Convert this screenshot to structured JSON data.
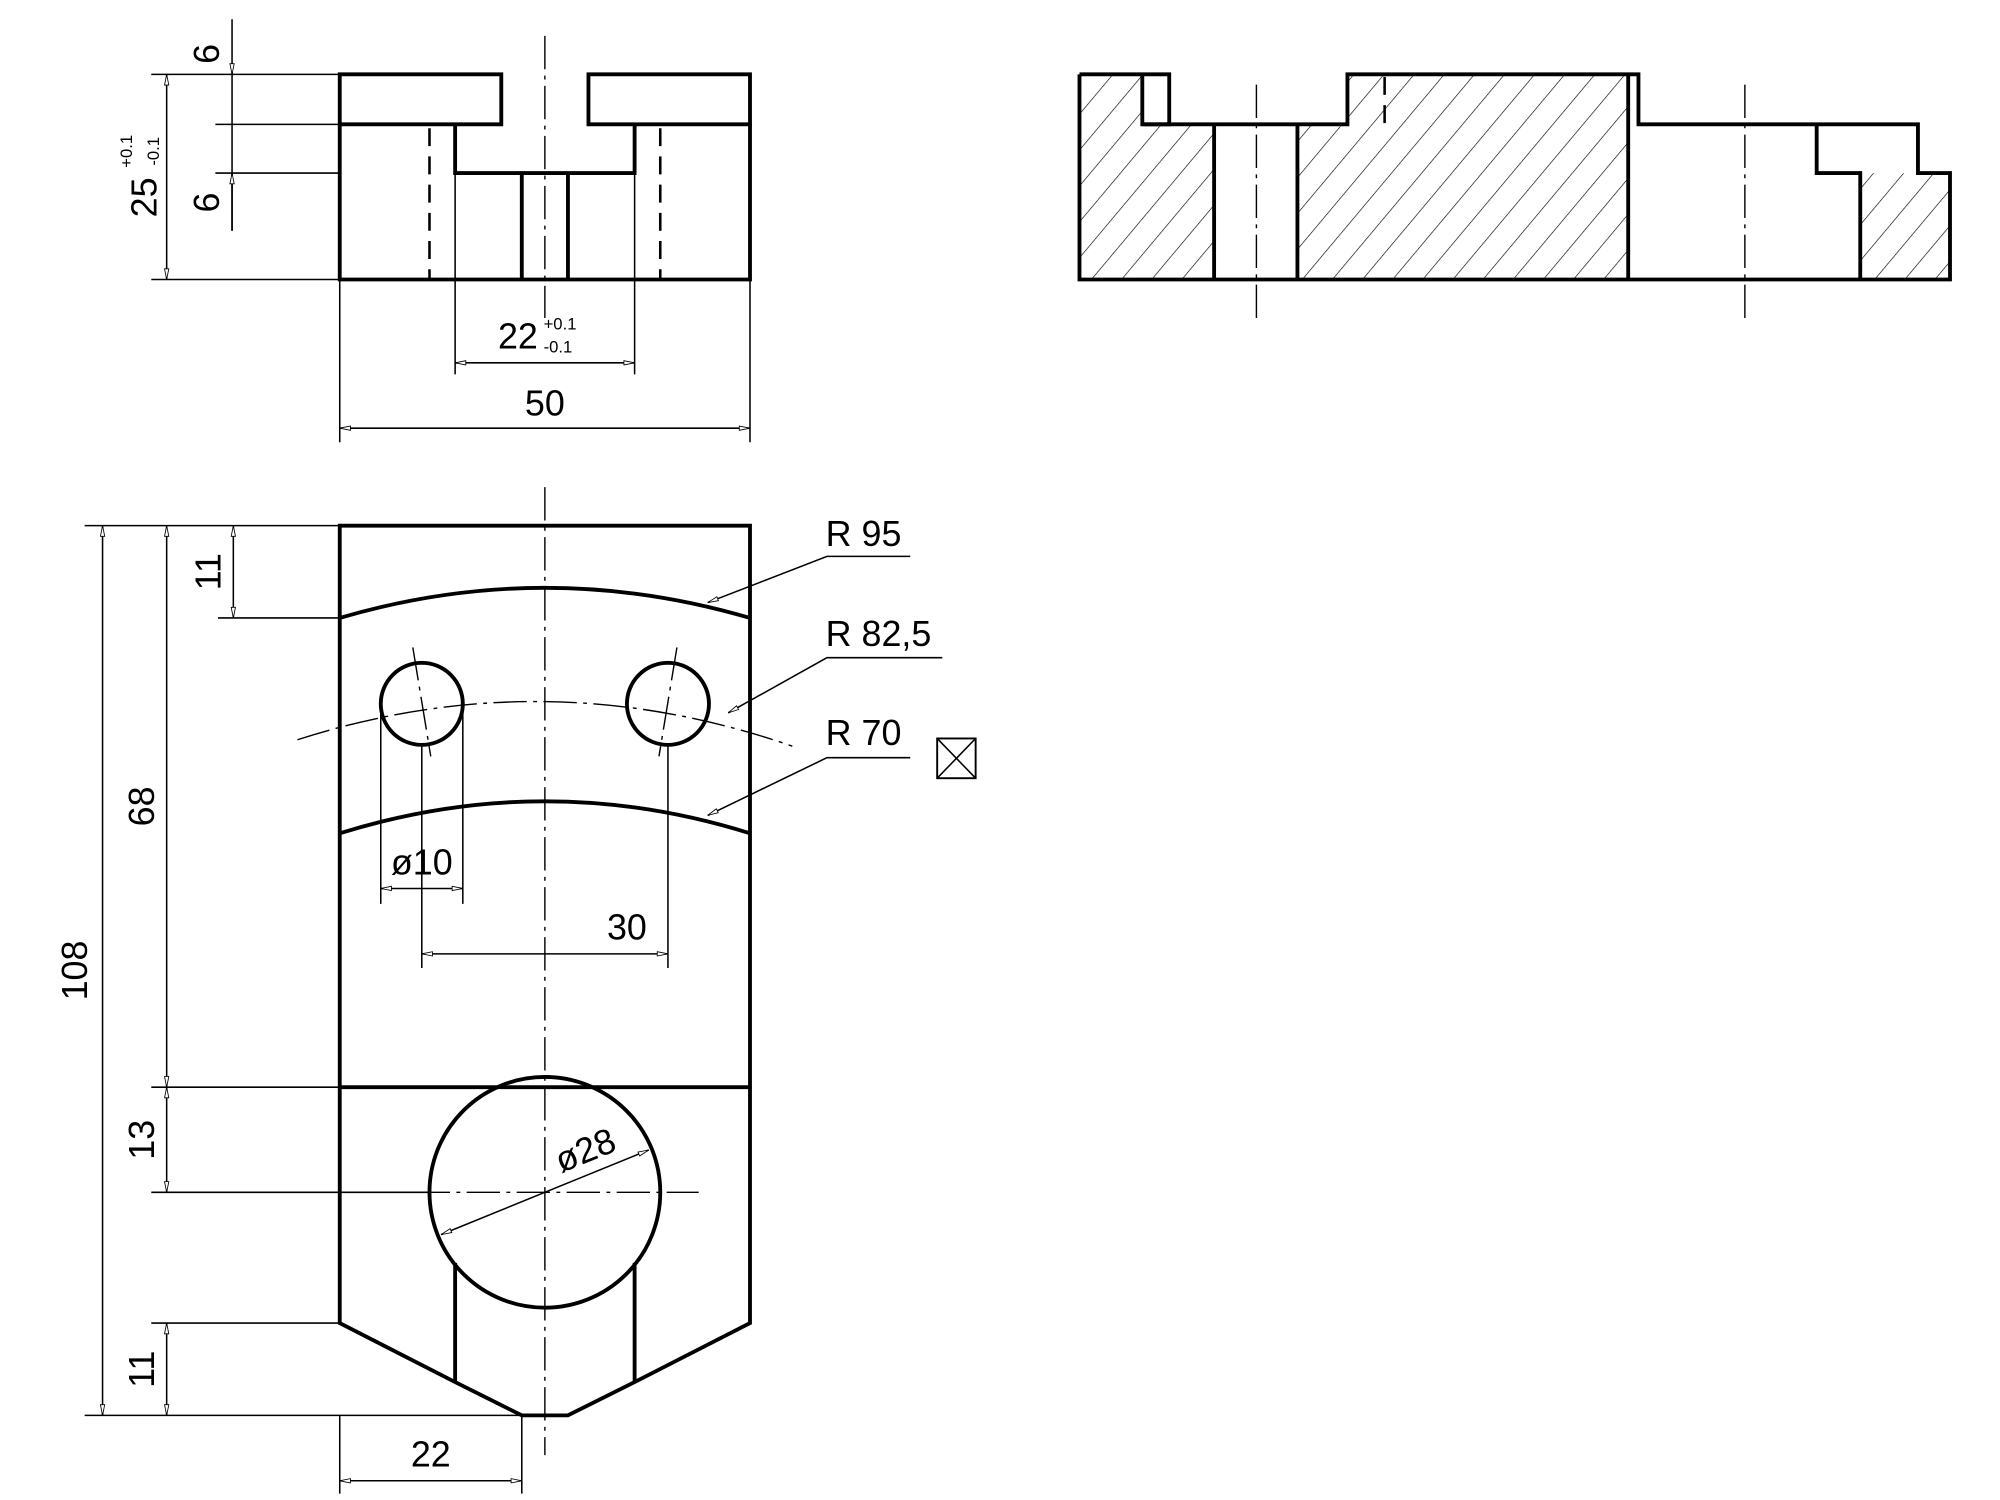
{
  "drawing": {
    "colors": {
      "line": "#000000",
      "background": "#ffffff"
    },
    "front_view": {
      "dims": {
        "overall_height": "25",
        "overall_height_tol_upper": "+0.1",
        "overall_height_tol_lower": "-0.1",
        "top_step": "6",
        "mid_step": "6",
        "slot_width": "22",
        "slot_width_tol_upper": "+0.1",
        "slot_width_tol_lower": "-0.1",
        "overall_width": "50"
      }
    },
    "section_view": {
      "hatch": "45-degree section hatching"
    },
    "top_view": {
      "dims": {
        "overall_length": "108",
        "length_68": "68",
        "top_offset": "11",
        "bore_offset": "13",
        "bottom_chamfer": "11",
        "chamfer_width": "22",
        "hole_diameter": "ø10",
        "hole_spacing": "30",
        "bore_diameter": "ø28"
      },
      "radii": {
        "outer": "R 95",
        "pitch": "R 82,5",
        "inner": "R 70"
      },
      "symbol": "flat-surface-marker"
    }
  }
}
